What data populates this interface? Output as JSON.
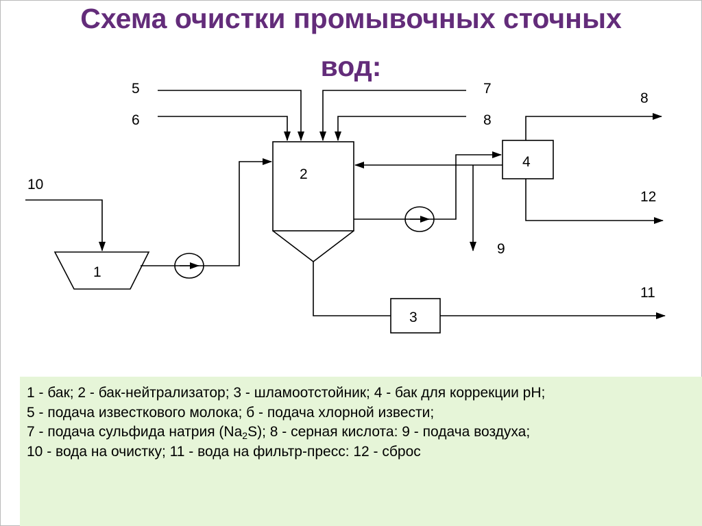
{
  "title": {
    "line1": "Схема очистки промывочных сточных",
    "line2": "вод:"
  },
  "diagram": {
    "unit_labels": {
      "u1": "1",
      "u2": "2",
      "u3": "3",
      "u4": "4"
    },
    "stream_labels": {
      "s5": "5",
      "s6": "6",
      "s7": "7",
      "s8_in": "8",
      "s8_out": "8",
      "s9": "9",
      "s10": "10",
      "s11": "11",
      "s12": "12"
    }
  },
  "legend": {
    "line1": "1 - бак; 2 - бак-нейтрализатор; 3 - шламоотстойник; 4 - бак для коррекции рН;",
    "line2": "5 -  подача известкового молока; б - подача хлорной извести;",
    "line3_pre": "7 -   подача сульфида натрия (Na",
    "line3_sub": "2",
    "line3_post": "S); 8 - серная кислота: 9 - подача воздуха;",
    "line4": "10 - вода на очистку; 11 - вода на фильтр-пресс: 12 - сброс"
  },
  "colors": {
    "title": "#632c7a",
    "legend_background": "#e6f5d8",
    "lines": "#000000"
  }
}
